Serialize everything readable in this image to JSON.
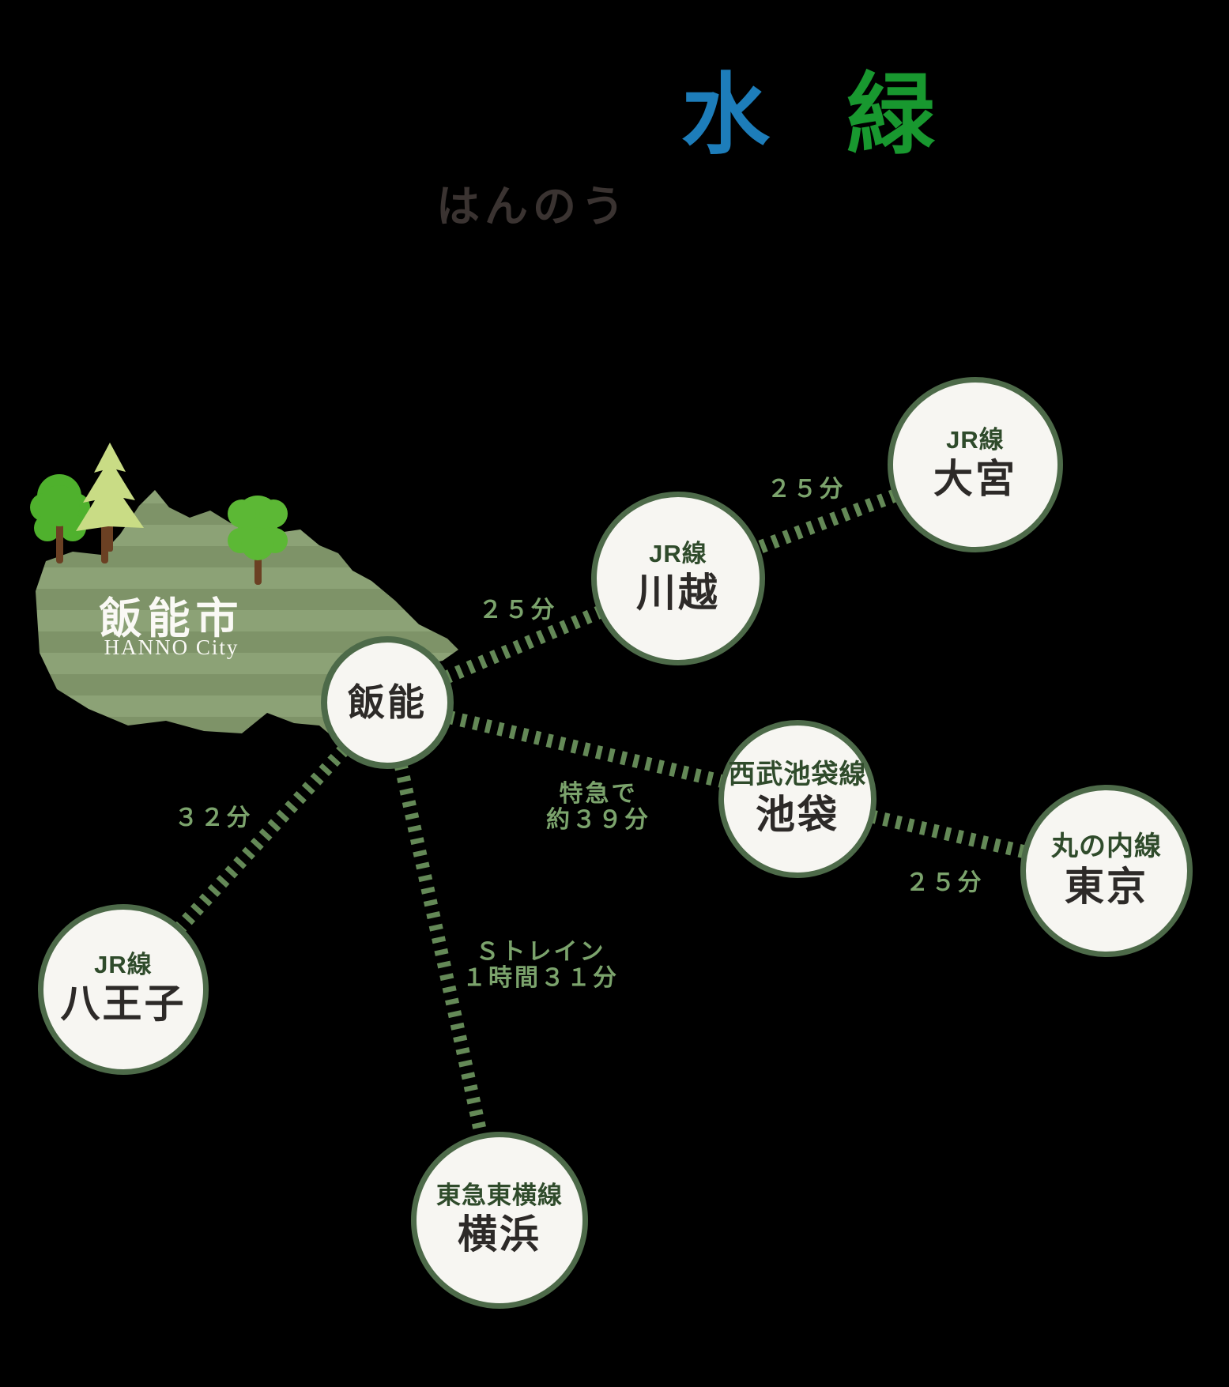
{
  "title": {
    "mizu": "水",
    "midori": "緑",
    "furigana": "はんのう"
  },
  "map": {
    "name": "飯能市",
    "name_en": "HANNO City"
  },
  "hub": {
    "station": "飯能"
  },
  "nodes": [
    {
      "id": "kawagoe",
      "line": "JR線",
      "station": "川越"
    },
    {
      "id": "omiya",
      "line": "JR線",
      "station": "大宮"
    },
    {
      "id": "ikebukuro",
      "line": "西武池袋線",
      "station": "池袋"
    },
    {
      "id": "tokyo",
      "line": "丸の内線",
      "station": "東京"
    },
    {
      "id": "hachioji",
      "line": "JR線",
      "station": "八王子"
    },
    {
      "id": "yokohama",
      "line": "東急東横線",
      "station": "横浜"
    }
  ],
  "edges": [
    {
      "from": "飯能",
      "to": "川越",
      "label": "２５分"
    },
    {
      "from": "川越",
      "to": "大宮",
      "label": "２５分"
    },
    {
      "from": "飯能",
      "to": "池袋",
      "label": "特急で\n約３９分"
    },
    {
      "from": "池袋",
      "to": "東京",
      "label": "２５分"
    },
    {
      "from": "飯能",
      "to": "八王子",
      "label": "３２分"
    },
    {
      "from": "飯能",
      "to": "横浜",
      "label": "Ｓトレイン\n１時間３１分"
    }
  ],
  "colors": {
    "title_blue": "#1d7dba",
    "title_green": "#18982f",
    "furigana": "#3a3331",
    "node_fill": "#f7f6f2",
    "node_border": "#4d6a49",
    "line_name": "#2f4b2b",
    "station_name": "#2d2a28",
    "edge_dash": "#648957",
    "edge_label": "#7ba36c",
    "map_stripe_light": "#8ca276",
    "map_stripe_dark": "#7e9368",
    "map_label": "#faf9f5",
    "tree_green_left": "#4fb12d",
    "tree_green_right": "#5cb835",
    "pine_green": "#c9dc85",
    "trunk_brown": "#6b4023"
  }
}
